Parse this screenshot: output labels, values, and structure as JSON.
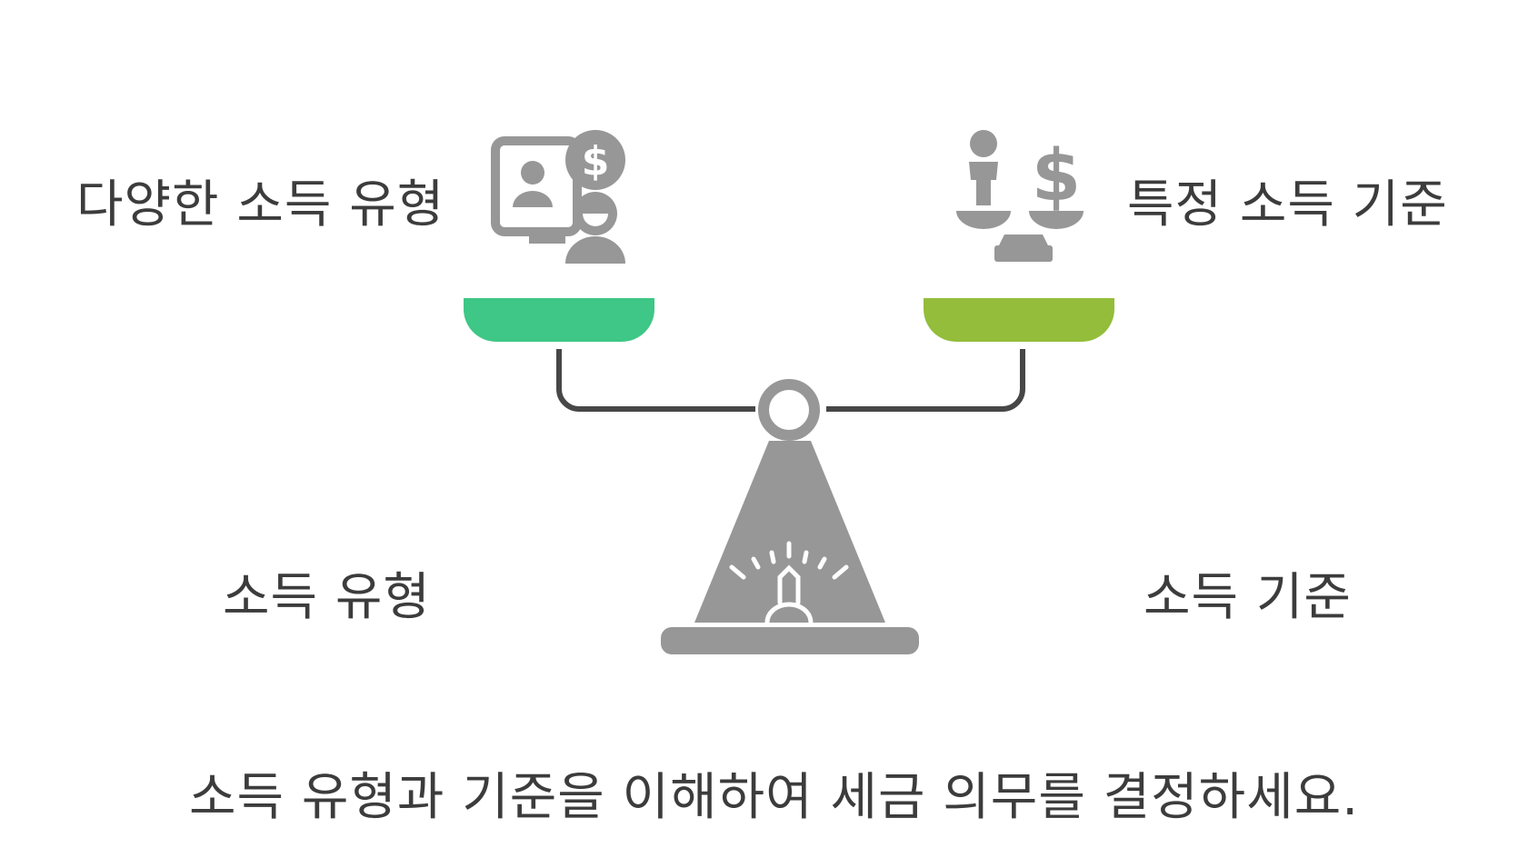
{
  "labels": {
    "left_top": "다양한 소득 유형",
    "right_top": "특정 소득 기준",
    "left_bottom": "소득 유형",
    "right_bottom": "소득 기준"
  },
  "caption": "소득 유형과 기준을 이해하여 세금 의무를 결정하세요.",
  "icons": {
    "left": "online-payment-person-icon",
    "right": "person-money-balance-icon",
    "center": "balance-scale"
  },
  "colors": {
    "left_pan": "#3ec786",
    "right_pan": "#93bd3a",
    "icon_gray": "#979797",
    "beam": "#474747",
    "text": "#3c3c3c"
  }
}
